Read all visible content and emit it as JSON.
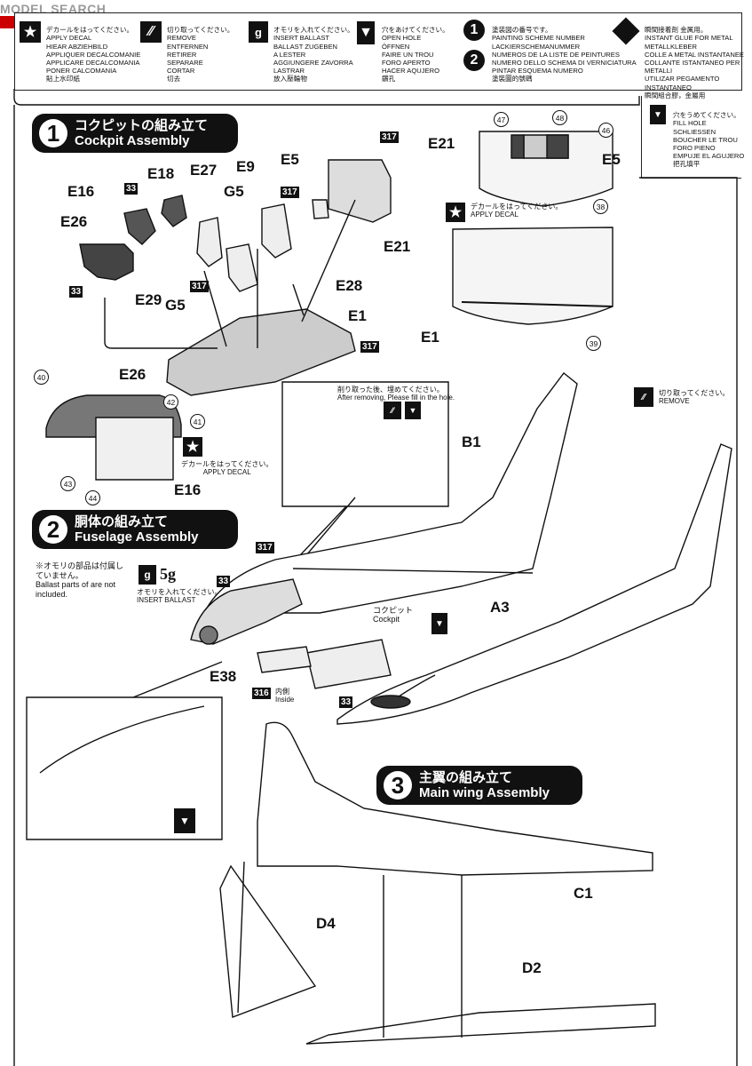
{
  "watermark": "MODEL SEARCH",
  "legend": [
    {
      "lines": [
        "デカールをはってください。",
        "APPLY DECAL",
        "HIEAR ABZIEHBILD",
        "APPLIQUER DECALCOMANIE",
        "APPLICARE DECALCOMANIA",
        "PONER CALCOMANIA",
        "貼上水印紙"
      ]
    },
    {
      "lines": [
        "切り取ってください。",
        "REMOVE",
        "ENTFERNEN",
        "RETIRER",
        "SEPARARE",
        "CORTAR",
        "切去"
      ]
    },
    {
      "lines": [
        "オモリを入れてください。",
        "INSERT BALLAST",
        "BALLAST ZUGEBEN",
        "A LESTER",
        "AGGIUNGERE ZAVORRA",
        "LASTRAR",
        "放入壓輪物"
      ]
    },
    {
      "lines": [
        "穴をあけてください。",
        "OPEN HOLE",
        "ÖFFNEN",
        "FAIRE UN TROU",
        "FORO APERTO",
        "HACER AQUJERO",
        "鑽孔"
      ]
    },
    {
      "lines": [
        "塗装図の番号です。",
        "PAINTING SCHEME NUMBER",
        "LACKIERSCHEMANUMMER",
        "NUMEROS DE LA LISTE DE PEINTURES",
        "NUMERO DELLO SCHEMA DI VERNICIATURA",
        "PINTAR ESQUEMA NUMERO",
        "塗裝圖的號碼"
      ]
    },
    {
      "lines": [
        "瞬間接着剤 金属用。",
        "INSTANT GLUE FOR METAL",
        "METALLKLEBER",
        "COLLE A METAL INSTANTANEE",
        "COLLANTE ISTANTANEO PER METALLI",
        "UTILIZAR PEGAMENTO INSTANTANEO",
        "瞬間組合膠，金屬用"
      ]
    }
  ],
  "fill_hole": {
    "lines": [
      "穴をうめてください。",
      "FILL HOLE",
      "SCHLIESSEN",
      "BOUCHER LE TROU",
      "FORO PIENO",
      "EMPUJE EL AGUJERO",
      "把孔填平"
    ]
  },
  "sections": [
    {
      "num": "1",
      "jp": "コクピットの組み立て",
      "en": "Cockpit Assembly"
    },
    {
      "num": "2",
      "jp": "胴体の組み立て",
      "en": "Fuselage Assembly"
    },
    {
      "num": "3",
      "jp": "主翼の組み立て",
      "en": "Main wing Assembly"
    }
  ],
  "parts": {
    "E16": "E16",
    "E18": "E18",
    "E27": "E27",
    "E9": "E9",
    "E5": "E5",
    "G5": "G5",
    "E26": "E26",
    "E29": "E29",
    "E21": "E21",
    "E28": "E28",
    "E1": "E1",
    "B1": "B1",
    "A3": "A3",
    "E38": "E38",
    "C1": "C1",
    "D4": "D4",
    "D2": "D2"
  },
  "color_tags": {
    "c33": "33",
    "c317": "317",
    "c316": "316"
  },
  "decal_numbers": [
    "47",
    "48",
    "46",
    "38",
    "39",
    "40",
    "42",
    "41",
    "43",
    "44"
  ],
  "notes": {
    "apply_decal_jp": "デカールをはってください。",
    "apply_decal_en": "APPLY DECAL",
    "remove_jp": "切り取ってください。",
    "remove_en": "REMOVE",
    "after_remove_jp": "削り取った後、埋めてください。",
    "after_remove_en": "After removing, Please fill in the hole.",
    "ballast_note_jp": "※オモリの部品は付属していません。",
    "ballast_note_en": "Ballast parts of are not included.",
    "ballast_weight": "5g",
    "insert_ballast_jp": "オモリを入れてください。",
    "insert_ballast_en": "INSERT BALLAST",
    "cockpit_jp": "コクピット",
    "cockpit_en": "Cockpit",
    "inside_jp": "内側",
    "inside_en": "Inside"
  }
}
